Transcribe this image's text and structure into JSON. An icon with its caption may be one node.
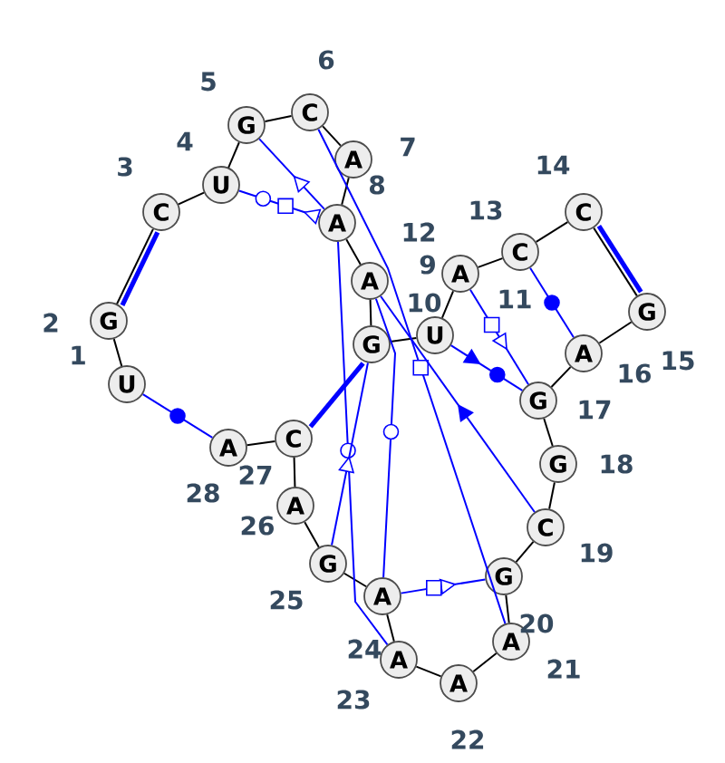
{
  "diagram": {
    "nodes": [
      {
        "text": [
          "U"
        ]
      },
      {
        "text": [
          "G"
        ]
      },
      {
        "text": [
          "C"
        ]
      },
      {
        "text": [
          "U"
        ]
      },
      {
        "text": [
          "G"
        ]
      },
      {
        "text": [
          "C"
        ]
      },
      {
        "text": [
          "A"
        ]
      },
      {
        "text": [
          "A"
        ]
      },
      {
        "text": [
          "A"
        ]
      },
      {
        "text": [
          "G"
        ]
      },
      {
        "text": [
          "U"
        ]
      },
      {
        "text": [
          "A"
        ]
      },
      {
        "text": [
          "C"
        ]
      },
      {
        "text": [
          "C"
        ]
      },
      {
        "text": [
          "G"
        ]
      },
      {
        "text": [
          "A"
        ]
      },
      {
        "text": [
          "G"
        ]
      },
      {
        "text": [
          "G"
        ]
      },
      {
        "text": [
          "C"
        ]
      },
      {
        "text": [
          "G"
        ]
      },
      {
        "text": [
          "A"
        ]
      },
      {
        "text": [
          "A"
        ]
      },
      {
        "text": [
          "A"
        ]
      },
      {
        "text": [
          "A"
        ]
      },
      {
        "text": [
          "G"
        ]
      },
      {
        "text": [
          "A"
        ]
      },
      {
        "text": [
          "C"
        ]
      },
      {
        "text": [
          "A"
        ]
      }
    ],
    "edges": [
      {
        "from": 0,
        "to": 1,
        "arrow": "none"
      },
      {
        "from": 1,
        "to": 2,
        "arrow": "none"
      },
      {
        "from": 2,
        "to": 3,
        "arrow": "none"
      },
      {
        "from": 3,
        "to": 4,
        "arrow": "none"
      },
      {
        "from": 4,
        "to": 5,
        "arrow": "none"
      },
      {
        "from": 5,
        "to": 6,
        "arrow": "none"
      },
      {
        "from": 6,
        "to": 7,
        "arrow": "none"
      },
      {
        "from": 7,
        "to": 8,
        "arrow": "none"
      },
      {
        "from": 8,
        "to": 9,
        "arrow": "none"
      },
      {
        "from": 9,
        "to": 10,
        "arrow": "none"
      },
      {
        "from": 10,
        "to": 11,
        "arrow": "none"
      },
      {
        "from": 11,
        "to": 12,
        "arrow": "none"
      },
      {
        "from": 12,
        "to": 13,
        "arrow": "none"
      },
      {
        "from": 13,
        "to": 14,
        "arrow": "none"
      },
      {
        "from": 14,
        "to": 15,
        "arrow": "none"
      },
      {
        "from": 15,
        "to": 16,
        "arrow": "none"
      },
      {
        "from": 16,
        "to": 17,
        "arrow": "none"
      },
      {
        "from": 17,
        "to": 18,
        "arrow": "none"
      },
      {
        "from": 18,
        "to": 19,
        "arrow": "none"
      },
      {
        "from": 19,
        "to": 20,
        "arrow": "none"
      },
      {
        "from": 20,
        "to": 21,
        "arrow": "none"
      },
      {
        "from": 21,
        "to": 22,
        "arrow": "none"
      },
      {
        "from": 22,
        "to": 23,
        "arrow": "none"
      },
      {
        "from": 23,
        "to": 24,
        "arrow": "none"
      },
      {
        "from": 24,
        "to": 25,
        "arrow": "none"
      },
      {
        "from": 25,
        "to": 26,
        "arrow": "none"
      },
      {
        "from": 26,
        "to": 27,
        "arrow": "none"
      },
      {
        "from": 0,
        "to": 27,
        "arrow": "none",
        "color": "#0000ff"
      },
      {
        "from": 2,
        "to": 1,
        "arrow": "none",
        "style": "thick",
        "color": "#0000ff"
      },
      {
        "from": 7,
        "to": 3,
        "arrow": "to",
        "color": "#0000ff"
      },
      {
        "from": 7,
        "to": 4,
        "arrow": "to",
        "color": "#0000ff"
      },
      {
        "from": 5,
        "to": 20,
        "arrow": "none",
        "color": "#0000ff"
      },
      {
        "from": 7,
        "to": 22,
        "arrow": "none",
        "color": "#0000ff"
      },
      {
        "from": 8,
        "to": 23,
        "arrow": "none",
        "color": "#0000ff"
      },
      {
        "from": 18,
        "to": 8,
        "arrow": "to",
        "color": "#0000ff"
      },
      {
        "from": 9,
        "to": 26,
        "arrow": "none",
        "style": "thick",
        "color": "#0000ff"
      },
      {
        "from": 10,
        "to": 16,
        "arrow": "to",
        "color": "#0000ff"
      },
      {
        "from": 11,
        "to": 16,
        "arrow": "to",
        "color": "#0000ff"
      },
      {
        "from": 12,
        "to": 15,
        "arrow": "none",
        "color": "#0000ff"
      },
      {
        "from": 13,
        "to": 14,
        "arrow": "none",
        "style": "thick",
        "color": "#0000ff"
      },
      {
        "from": 24,
        "to": 9,
        "arrow": "to",
        "color": "#0000ff"
      },
      {
        "from": 23,
        "to": 19,
        "arrow": "to",
        "color": "#0000ff"
      }
    ],
    "labels": [
      "1",
      "2",
      "3",
      "4",
      "5",
      "6",
      "7",
      "8",
      "9",
      "10",
      "11",
      "12",
      "13",
      "14",
      "15",
      "16",
      "17",
      "18",
      "19",
      "20",
      "21",
      "22",
      "23",
      "24",
      "25",
      "26",
      "27",
      "28"
    ]
  }
}
